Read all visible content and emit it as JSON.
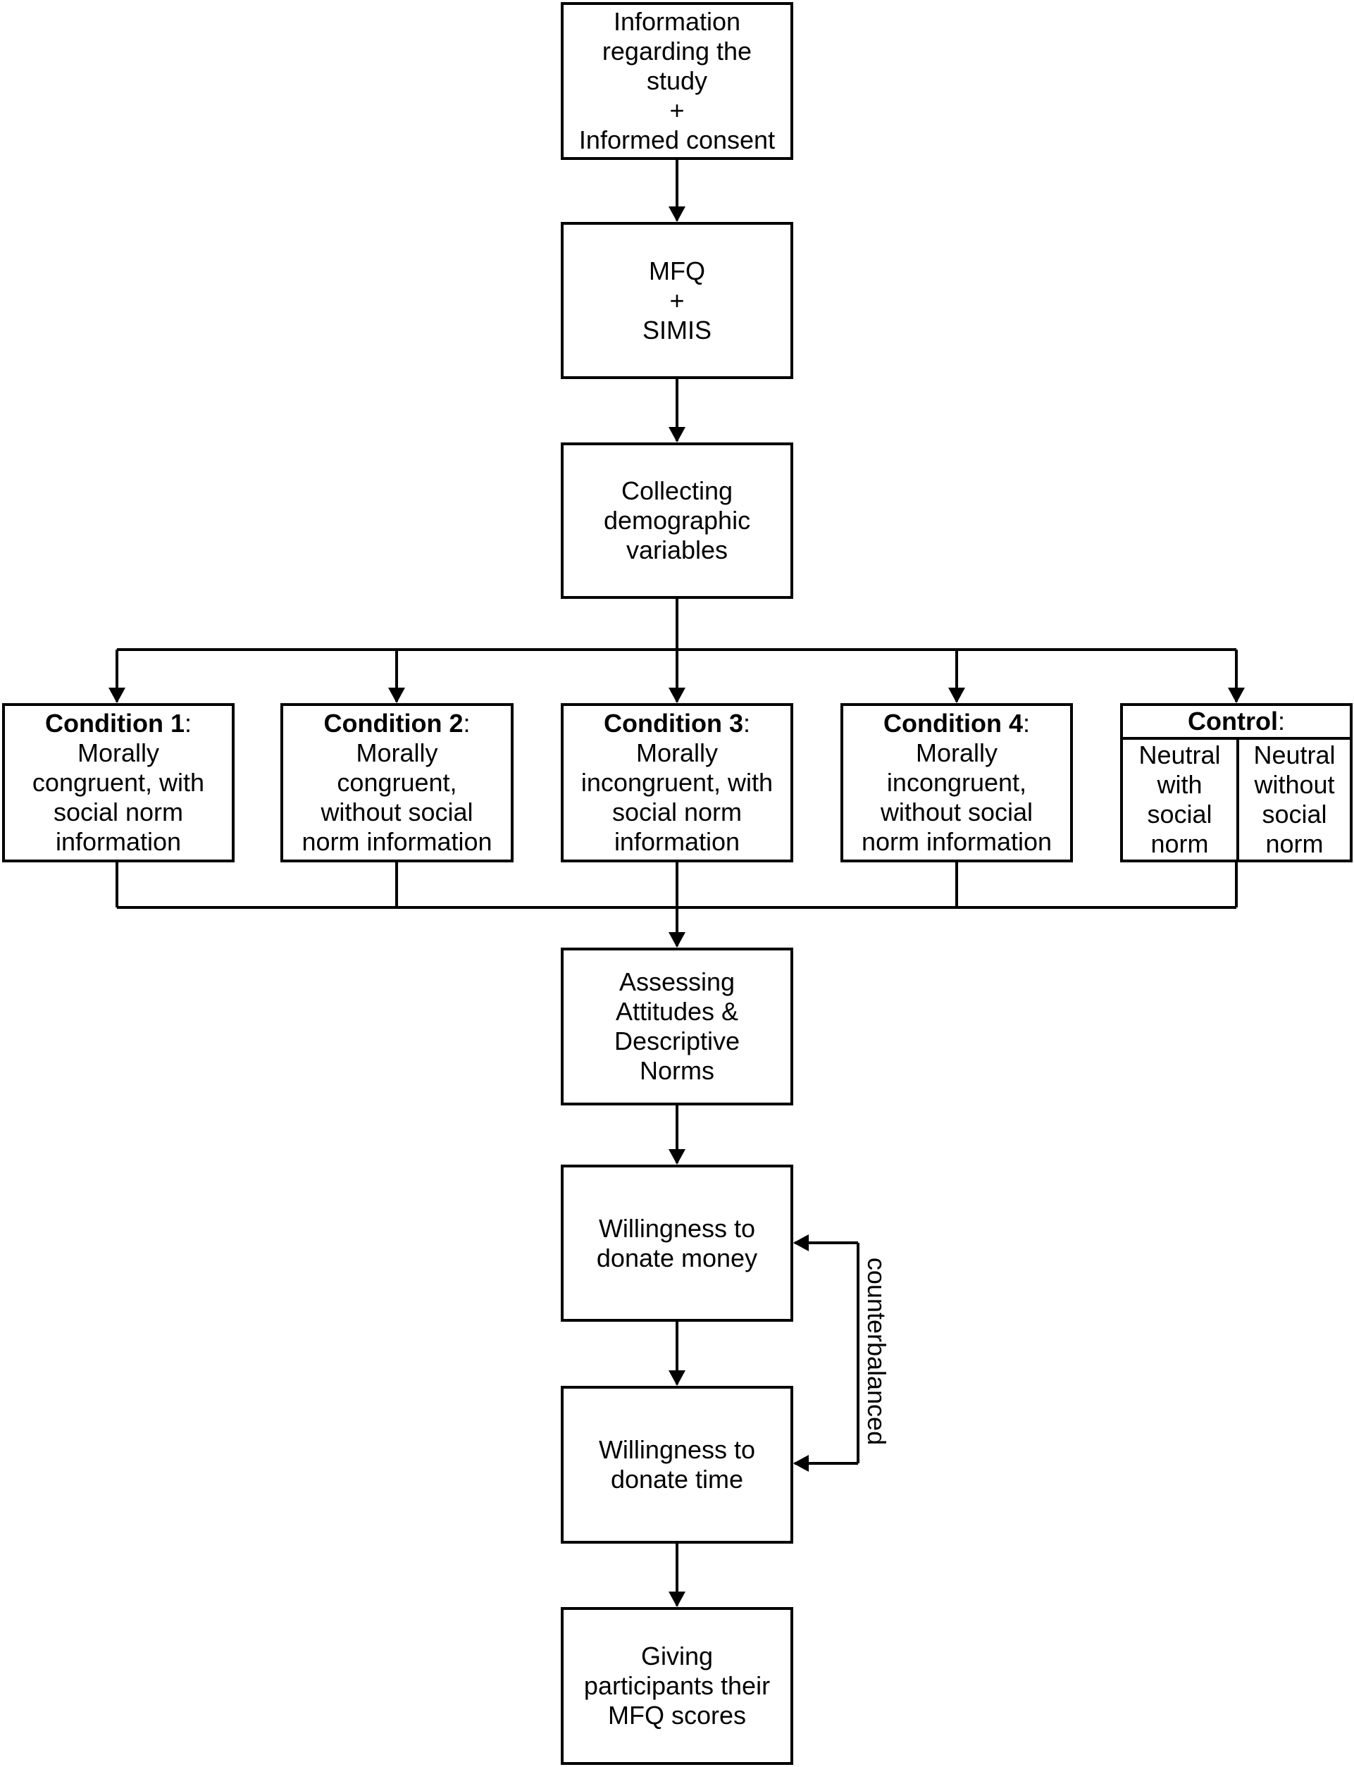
{
  "steps": {
    "info": {
      "lines": [
        "Information",
        "regarding the",
        "study",
        "+",
        "Informed consent"
      ]
    },
    "mfq": {
      "lines": [
        "MFQ",
        "+",
        "SIMIS"
      ]
    },
    "demographics": {
      "lines": [
        "Collecting",
        "demographic",
        "variables"
      ]
    },
    "assessing": {
      "lines": [
        "Assessing",
        "Attitudes &",
        "Descriptive",
        "Norms"
      ]
    },
    "money": {
      "lines": [
        "Willingness to",
        "donate money"
      ]
    },
    "time": {
      "lines": [
        "Willingness to",
        "donate time"
      ]
    },
    "scores": {
      "lines": [
        "Giving",
        "participants their",
        "MFQ scores"
      ]
    }
  },
  "conditions": [
    {
      "title": "Condition 1",
      "punct": ":",
      "lines": [
        "Morally",
        "congruent, with",
        "social norm",
        "information"
      ]
    },
    {
      "title": "Condition 2",
      "punct": ":",
      "lines": [
        "Morally",
        "congruent,",
        "without social",
        "norm information"
      ]
    },
    {
      "title": "Condition 3",
      "punct": ":",
      "lines": [
        "Morally",
        "incongruent, with",
        "social norm",
        "information"
      ]
    },
    {
      "title": "Condition 4",
      "punct": ":",
      "lines": [
        "Morally",
        "incongruent,",
        "without social",
        "norm information"
      ]
    }
  ],
  "control": {
    "title": "Control",
    "punct": ":",
    "left": {
      "lines": [
        "Neutral",
        "with",
        "social",
        "norm"
      ]
    },
    "right": {
      "lines": [
        "Neutral",
        "without",
        "social",
        "norm"
      ]
    }
  },
  "counterbalanced_label": "counterbalanced",
  "colors": {
    "line": "#000000",
    "background": "#ffffff",
    "text": "#000000"
  }
}
